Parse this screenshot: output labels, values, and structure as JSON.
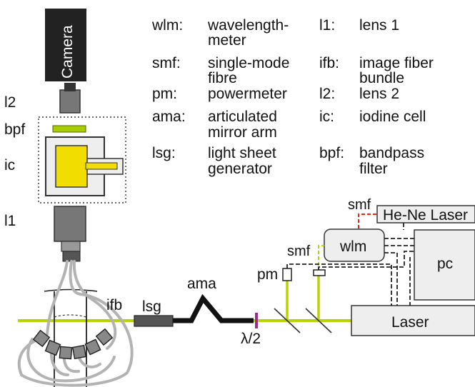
{
  "legend": [
    {
      "abbr": "wlm:",
      "desc": [
        "wavelength-",
        "meter"
      ]
    },
    {
      "abbr": "smf:",
      "desc": [
        "single-mode",
        "fibre"
      ]
    },
    {
      "abbr": "pm:",
      "desc": [
        "powermeter"
      ]
    },
    {
      "abbr": "ama:",
      "desc": [
        "articulated",
        "mirror arm"
      ]
    },
    {
      "abbr": "lsg:",
      "desc": [
        "light sheet",
        "generator"
      ]
    },
    {
      "abbr": "l1:",
      "desc": [
        "lens 1"
      ]
    },
    {
      "abbr": "ifb:",
      "desc": [
        "image fiber",
        "bundle"
      ]
    },
    {
      "abbr": "l2:",
      "desc": [
        "lens 2"
      ]
    },
    {
      "abbr": "ic:",
      "desc": [
        "iodine cell"
      ]
    },
    {
      "abbr": "bpf:",
      "desc": [
        "bandpass",
        "filter"
      ]
    }
  ],
  "labels": {
    "camera": "Camera",
    "l2": "l2",
    "bpf": "bpf",
    "ic": "ic",
    "l1": "l1",
    "ifb": "ifb",
    "lsg": "lsg",
    "ama": "ama",
    "lambda_half": "λ/2",
    "pm": "pm",
    "smf_left": "smf",
    "smf_top": "smf",
    "wlm": "wlm",
    "he_ne_laser": "He-Ne Laser",
    "pc": "pc",
    "laser": "Laser"
  },
  "colors": {
    "beam": "#b8d400",
    "filter": "#a7cc00",
    "iodine": "#f2dd00",
    "laser_red": "#e0281c",
    "device_fill": "#eeeeee",
    "dark": "#222222",
    "lens_gray": "#777777"
  }
}
